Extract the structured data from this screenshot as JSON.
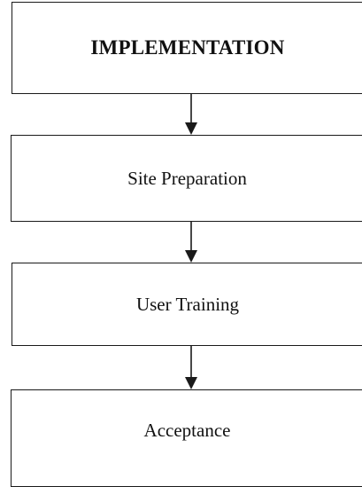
{
  "diagram": {
    "steps": [
      {
        "label": "IMPLEMENTATION"
      },
      {
        "label": "Site Preparation"
      },
      {
        "label": "User Training"
      },
      {
        "label": "Acceptance"
      }
    ]
  }
}
